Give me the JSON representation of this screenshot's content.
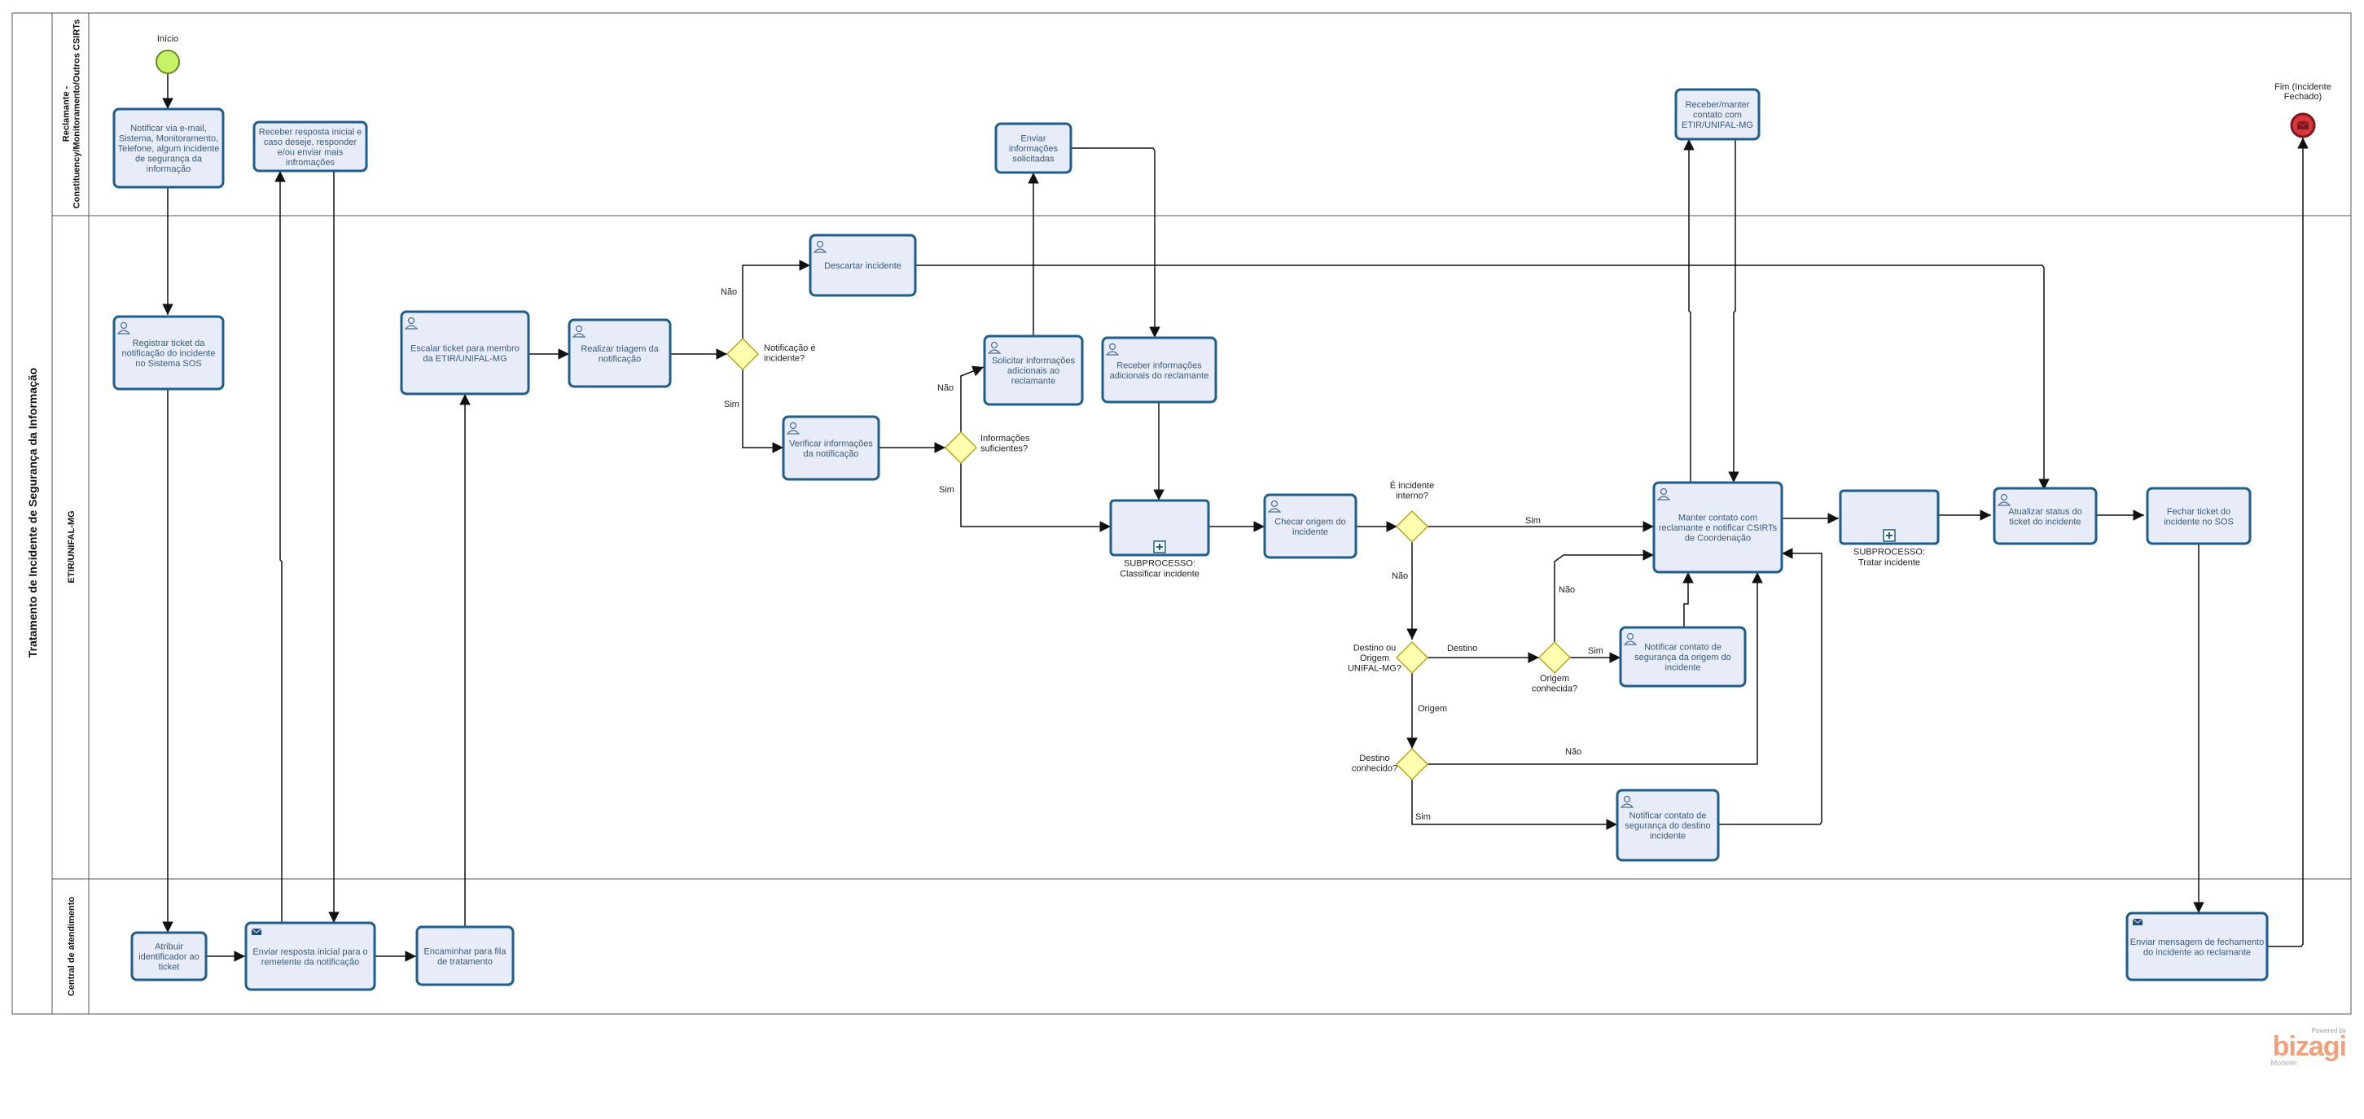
{
  "pool": {
    "title": "Tratamento de Incidente de Segurança da Informação"
  },
  "lanes": [
    {
      "key": "reclamante",
      "title_lines": [
        "Reclamante -",
        "Constituency/Monitoramento/Outros CSIRTs"
      ]
    },
    {
      "key": "etir",
      "title_lines": [
        "ETIR/UNIFAL-MG"
      ]
    },
    {
      "key": "central",
      "title_lines": [
        "Central de atendimento"
      ]
    }
  ],
  "events": {
    "start": "Início",
    "end_lines": [
      "Fim (Incidente",
      "Fechado)"
    ]
  },
  "tasks": {
    "notificar": [
      "Notificar via e-mail,",
      "Sistema, Monitoramento,",
      "Telefone, algum incidente",
      "de segurança da",
      "informação"
    ],
    "receber_resposta": [
      "Receber resposta inicial e",
      "caso deseje, responder",
      "e/ou enviar mais",
      "infromações"
    ],
    "enviar_info": [
      "Enviar",
      "informações",
      "solicitadas"
    ],
    "receber_manter": [
      "Receber/manter",
      "contato com",
      "ETIR/UNIFAL-MG"
    ],
    "registrar": [
      "Registrar ticket da",
      "notificação do incidente",
      "no Sistema SOS"
    ],
    "escalar": [
      "Escalar ticket para membro",
      "da ETIR/UNIFAL-MG"
    ],
    "triagem": [
      "Realizar triagem da",
      "notificação"
    ],
    "descartar": [
      "Descartar incidente"
    ],
    "verificar": [
      "Verificar informações",
      "da notificação"
    ],
    "solicitar": [
      "Solicitar informações",
      "adicionais ao",
      "reclamante"
    ],
    "receber_adicionais": [
      "Receber informações",
      "adicionais do reclamante"
    ],
    "checar": [
      "Checar origem do",
      "incidente"
    ],
    "manter": [
      "Manter contato com",
      "reclamante e notificar CSIRTs",
      "de Coordenação"
    ],
    "notificar_origem": [
      "Notificar contato de",
      "segurança da origem do",
      "incidente"
    ],
    "notificar_destino": [
      "Notificar contato de",
      "segurança do destino",
      "incidente"
    ],
    "atualizar": [
      "Atualizar status do",
      "ticket do incidente"
    ],
    "fechar": [
      "Fechar ticket do",
      "incidente no SOS"
    ],
    "atribuir": [
      "Atribuir",
      "identificador ao",
      "ticket"
    ],
    "enviar_resposta": [
      "Enviar resposta inicial para o",
      "remetente da notificação"
    ],
    "encaminhar": [
      "Encaminhar para fila",
      "de tratamento"
    ],
    "enviar_fechamento": [
      "Enviar mensagem de fechamento",
      "do incidente ao reclamante"
    ]
  },
  "subprocesses": {
    "classificar": [
      "SUBPROCESSO:",
      "Classificar incidente"
    ],
    "tratar": [
      "SUBPROCESSO:",
      "Tratar incidente"
    ]
  },
  "gateways": {
    "g_incidente": [
      "Notificação é",
      "incidente?"
    ],
    "g_info": [
      "Informações",
      "suficientes?"
    ],
    "g_interno": [
      "É incidente",
      "interno?"
    ],
    "g_destorig": [
      "Destino ou",
      "Origem",
      "UNIFAL-MG?"
    ],
    "g_origem": [
      "Origem",
      "conhecida?"
    ],
    "g_destino": [
      "Destino",
      "conhecido?"
    ]
  },
  "flow_labels": {
    "nao_descartar": "Não",
    "sim_verificar": "Sim",
    "nao_solicitar": "Não",
    "sim_classificar": "Sim",
    "sim_manter": "Sim",
    "nao_destorig": "Não",
    "destino": "Destino",
    "origem": "Origem",
    "sim_origem": "Sim",
    "nao_origem": "Não",
    "nao_destino": "Não",
    "sim_destino": "Sim"
  },
  "branding": {
    "powered": "Powered by",
    "logo": "bizagi",
    "modeler": "Modeler"
  },
  "colors": {
    "task_fill": "#e8ecf8",
    "task_border": "#1f5d8a",
    "gateway_fill": "#ffffb0",
    "start_fill": "#c6f26a",
    "end_fill": "#d9363e",
    "logo": "#f0a07a"
  }
}
